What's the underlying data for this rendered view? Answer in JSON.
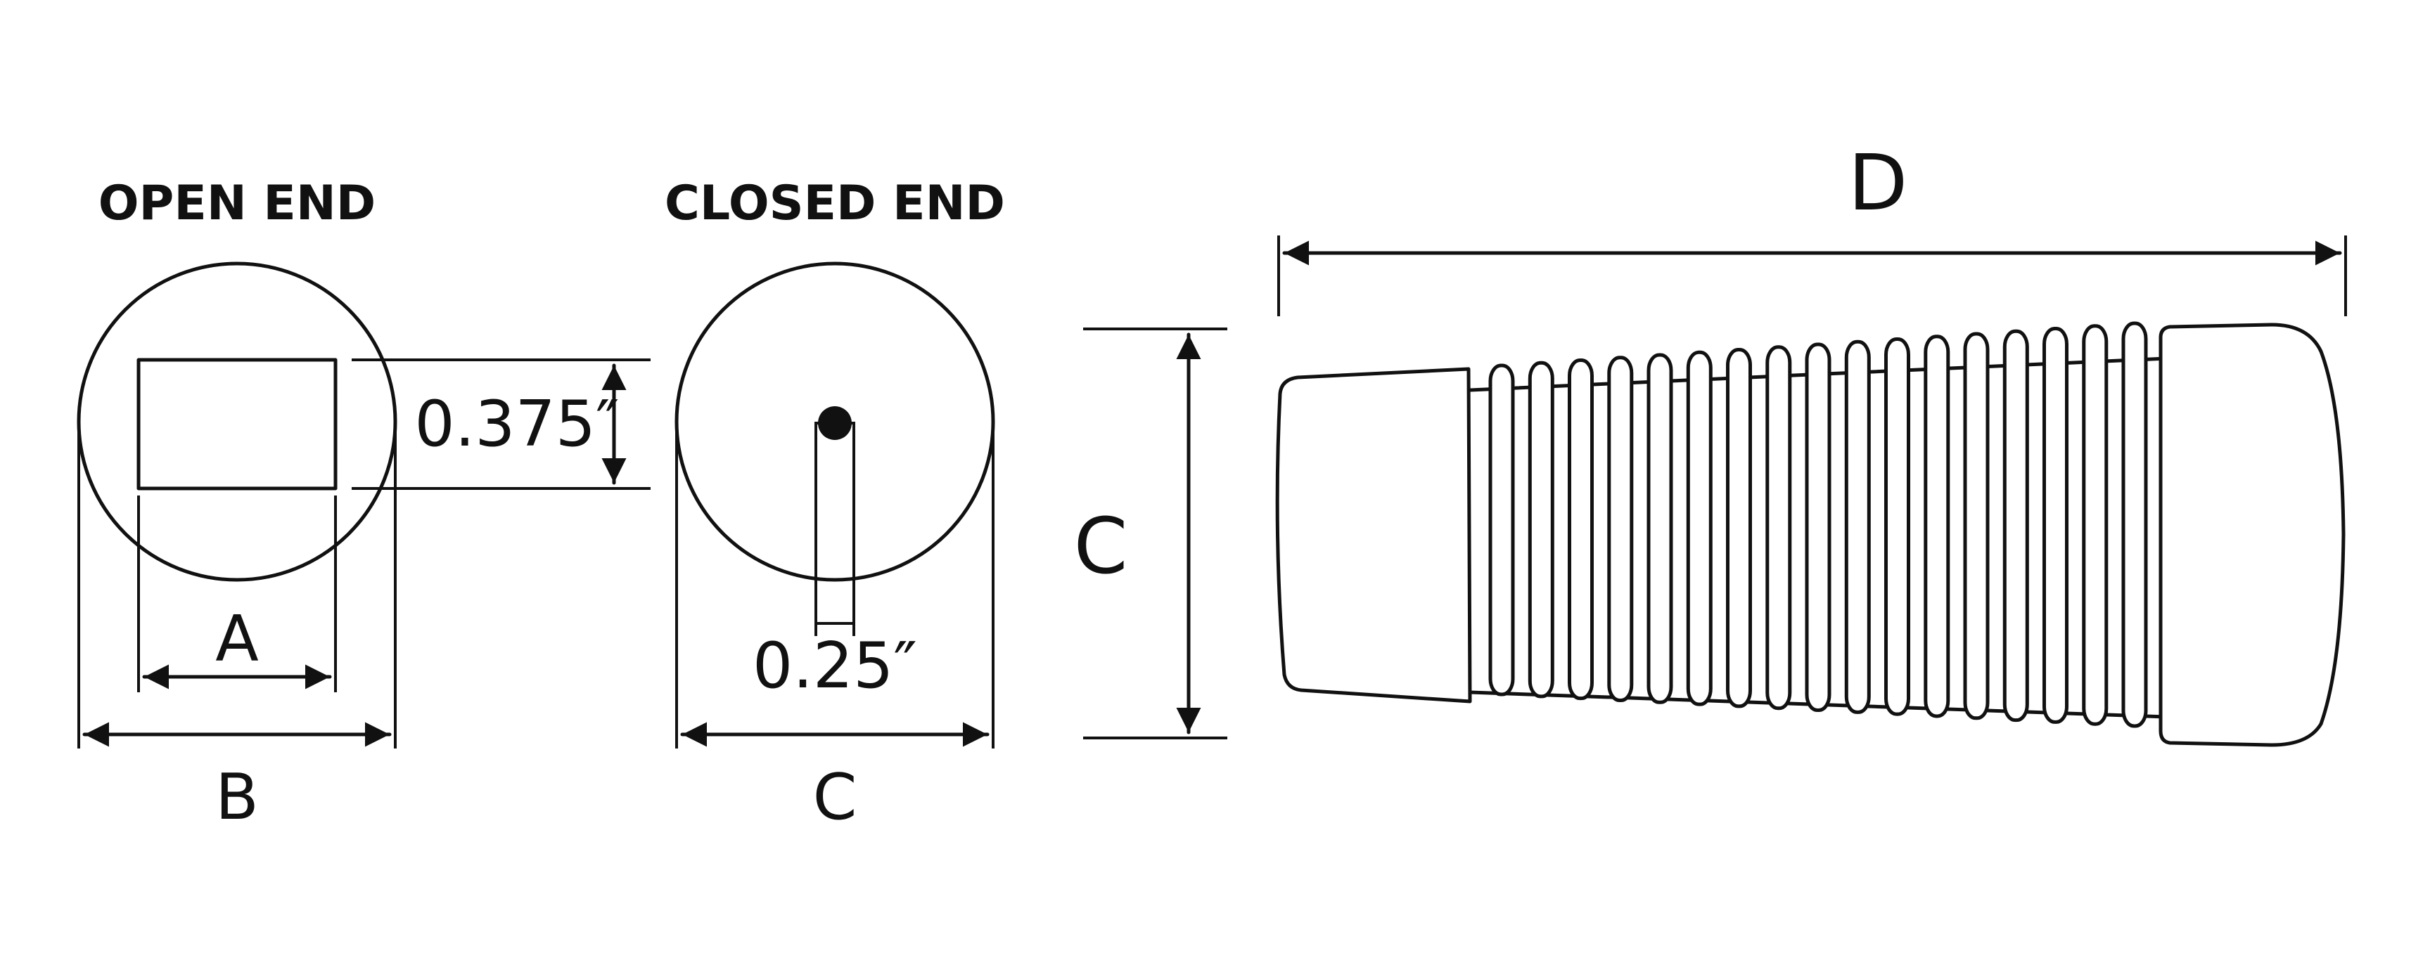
{
  "open_end": {
    "title": "OPEN END",
    "dim_a": "A",
    "dim_b": "B",
    "slot_height": "0.375″"
  },
  "closed_end": {
    "title": "CLOSED END",
    "dim_c": "C",
    "slit_width": "0.25″"
  },
  "side_view": {
    "dim_length": "D",
    "dim_diameter": "C"
  },
  "colors": {
    "line": "#111111",
    "background": "#ffffff"
  }
}
